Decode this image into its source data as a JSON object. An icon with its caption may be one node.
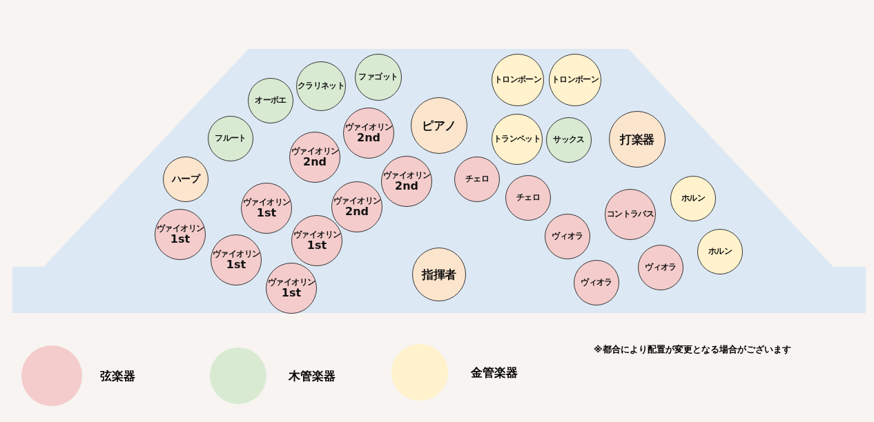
{
  "diagram": {
    "nodes": [
      {
        "text": [
          "ファゴット"
        ]
      },
      {
        "text": [
          "トロンボーン"
        ]
      },
      {
        "text": [
          "トロンボーン"
        ]
      },
      {
        "text": [
          "クラリネット"
        ]
      },
      {
        "text": [
          "オーボエ"
        ]
      },
      {
        "text": [
          "ピアノ"
        ]
      },
      {
        "text": [
          "ヴァイオリン",
          "2nd"
        ]
      },
      {
        "text": [
          "トランペット"
        ]
      },
      {
        "text": [
          "サックス"
        ]
      },
      {
        "text": [
          "打楽器"
        ]
      },
      {
        "text": [
          "フルート"
        ]
      },
      {
        "text": [
          "ヴァイオリン",
          "2nd"
        ]
      },
      {
        "text": [
          "ヴァイオリン",
          "2nd"
        ]
      },
      {
        "text": [
          "チェロ"
        ]
      },
      {
        "text": [
          "ハープ"
        ]
      },
      {
        "text": [
          "チェロ"
        ]
      },
      {
        "text": [
          "ホルン"
        ]
      },
      {
        "text": [
          "ヴァイオリン",
          "1st"
        ]
      },
      {
        "text": [
          "ヴァイオリン",
          "2nd"
        ]
      },
      {
        "text": [
          "コントラバス"
        ]
      },
      {
        "text": [
          "ヴァイオリン",
          "1st"
        ]
      },
      {
        "text": [
          "ヴァイオリン",
          "1st"
        ]
      },
      {
        "text": [
          "ヴィオラ"
        ]
      },
      {
        "text": [
          "ホルン"
        ]
      },
      {
        "text": [
          "ヴァイオリン",
          "1st"
        ]
      },
      {
        "text": [
          "ヴィオラ"
        ]
      },
      {
        "text": [
          "指揮者"
        ]
      },
      {
        "text": [
          "ヴィオラ"
        ]
      },
      {
        "text": [
          "ヴァイオリン",
          "1st"
        ]
      }
    ],
    "labels": [
      "※都合により配置が変更となる場合がございます"
    ],
    "legend": [
      {
        "text": "弦楽器",
        "color": "#f4cccc"
      },
      {
        "text": "木管楽器",
        "color": "#d9ead3"
      },
      {
        "text": "金管楽器",
        "color": "#fff2cc"
      }
    ]
  }
}
